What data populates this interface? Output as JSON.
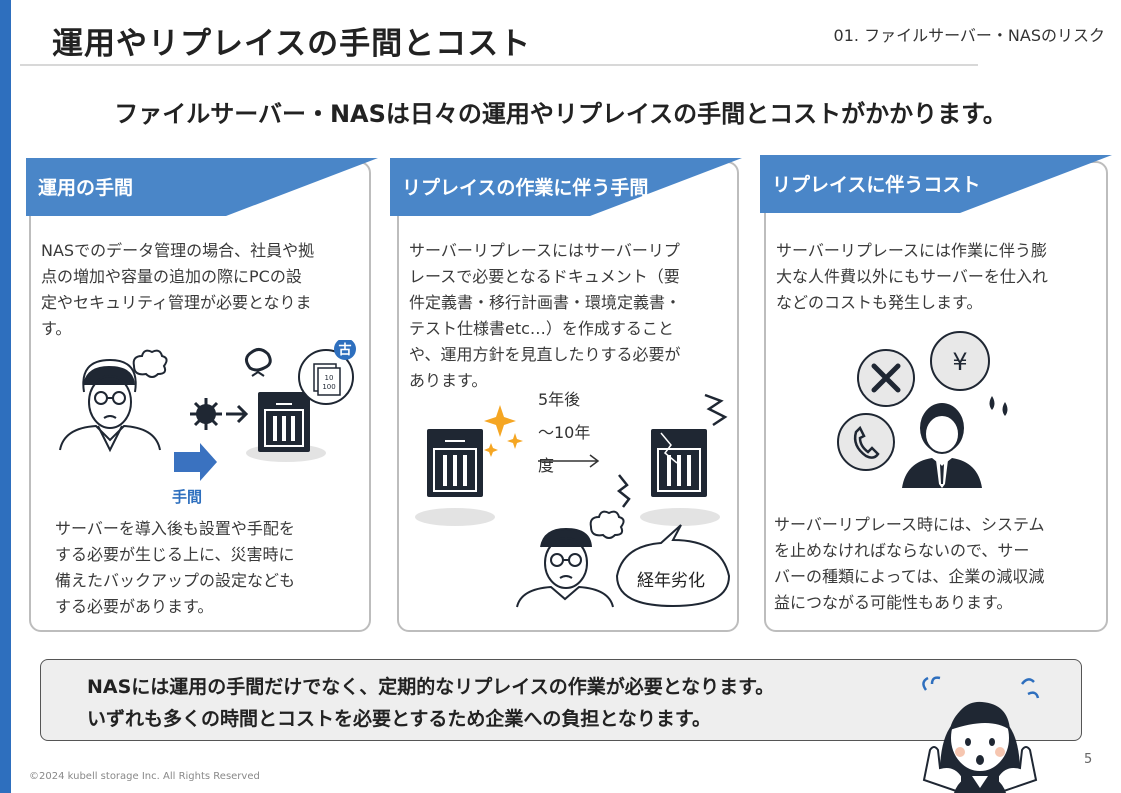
{
  "header": {
    "title": "運用やリプレイスの手間とコスト",
    "section": "01. ファイルサーバー・NASのリスク"
  },
  "lead": "ファイルサーバー・NASは日々の運用やリプレイスの手間とコストがかかります。",
  "cards": [
    {
      "heading": "運用の手間",
      "text_top": [
        "NASでのデータ管理の場合、社員や拠",
        "点の増加や容量の追加の際にPCの設",
        "定やセキュリティ管理が必要となりま",
        "す。"
      ],
      "arrow_label": "手間",
      "badge": "古",
      "doc_num_top": "10",
      "doc_num_bottom": "100",
      "text_bottom": [
        "サーバーを導入後も設置や手配を",
        "する必要が生じる上に、災害時に",
        "備えたバックアップの設定なども",
        "する必要があります。"
      ]
    },
    {
      "heading": "リプレイスの作業に伴う手間",
      "text_top": [
        "サーバーリプレースにはサーバーリプ",
        "レースで必要となるドキュメント（要",
        "件定義書・移行計画書・環境定義書・",
        "テスト仕様書etc…）を作成すること",
        "や、運用方針を見直したりする必要が",
        "あります。"
      ],
      "years": [
        "5年後",
        "〜10年",
        "度"
      ],
      "bubble": "経年劣化"
    },
    {
      "heading": "リプレイスに伴うコスト",
      "text_top": [
        "サーバーリプレースには作業に伴う膨",
        "大な人件費以外にもサーバーを仕入れ",
        "などのコストも発生します。"
      ],
      "yen": "¥",
      "text_bottom": [
        "サーバーリプレース時には、システム",
        "を止めなければならないので、サー",
        "バーの種類によっては、企業の減収減",
        "益につながる可能性もあります。"
      ]
    }
  ],
  "summary": [
    "NASには運用の手間だけでなく、定期的なリプレイスの作業が必要となります。",
    "いずれも多くの時間とコストを必要とするため企業への負担となります。"
  ],
  "footer": {
    "copyright": "©2024 kubell storage Inc. All Rights Reserved",
    "page": "5"
  },
  "colors": {
    "accent": "#2e6fbe",
    "ribbon": "#4a86c8",
    "ink": "#1f2733"
  }
}
